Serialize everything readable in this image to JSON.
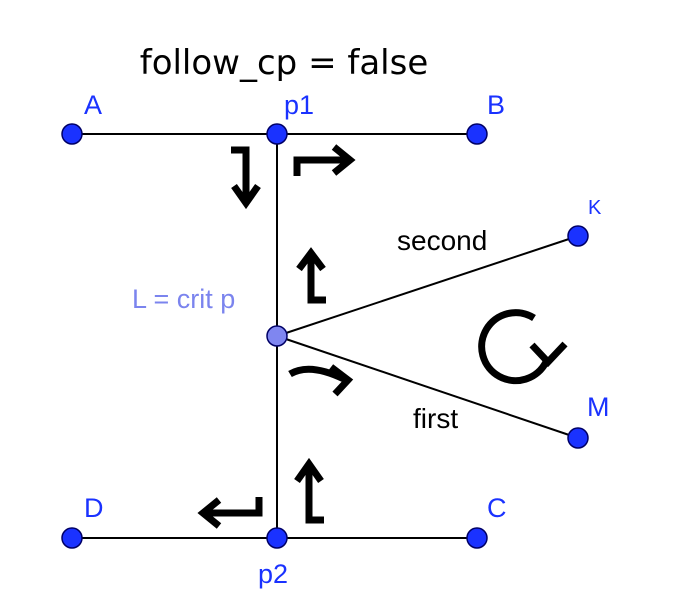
{
  "title": "follow_cp = false",
  "colors": {
    "point_fill": "#1a32ff",
    "point_stroke": "#000066",
    "label": "#1a32ff",
    "crit_fill": "#7f86f0",
    "crit_label": "#7b84ee",
    "line": "#000000",
    "arrow": "#000000"
  },
  "points": {
    "A": "A",
    "p1": "p1",
    "B": "B",
    "K": "K",
    "L": "L = crit p",
    "M": "M",
    "D": "D",
    "p2": "p2",
    "C": "C"
  },
  "edges": {
    "second": "second",
    "first": "first"
  },
  "icons": {
    "arrows": [
      "turn-down-arrow",
      "turn-right-arrow",
      "turn-up-arrow",
      "curved-right-arrow",
      "rotate-clockwise-arrow",
      "turn-up-arrow",
      "turn-left-arrow"
    ]
  }
}
